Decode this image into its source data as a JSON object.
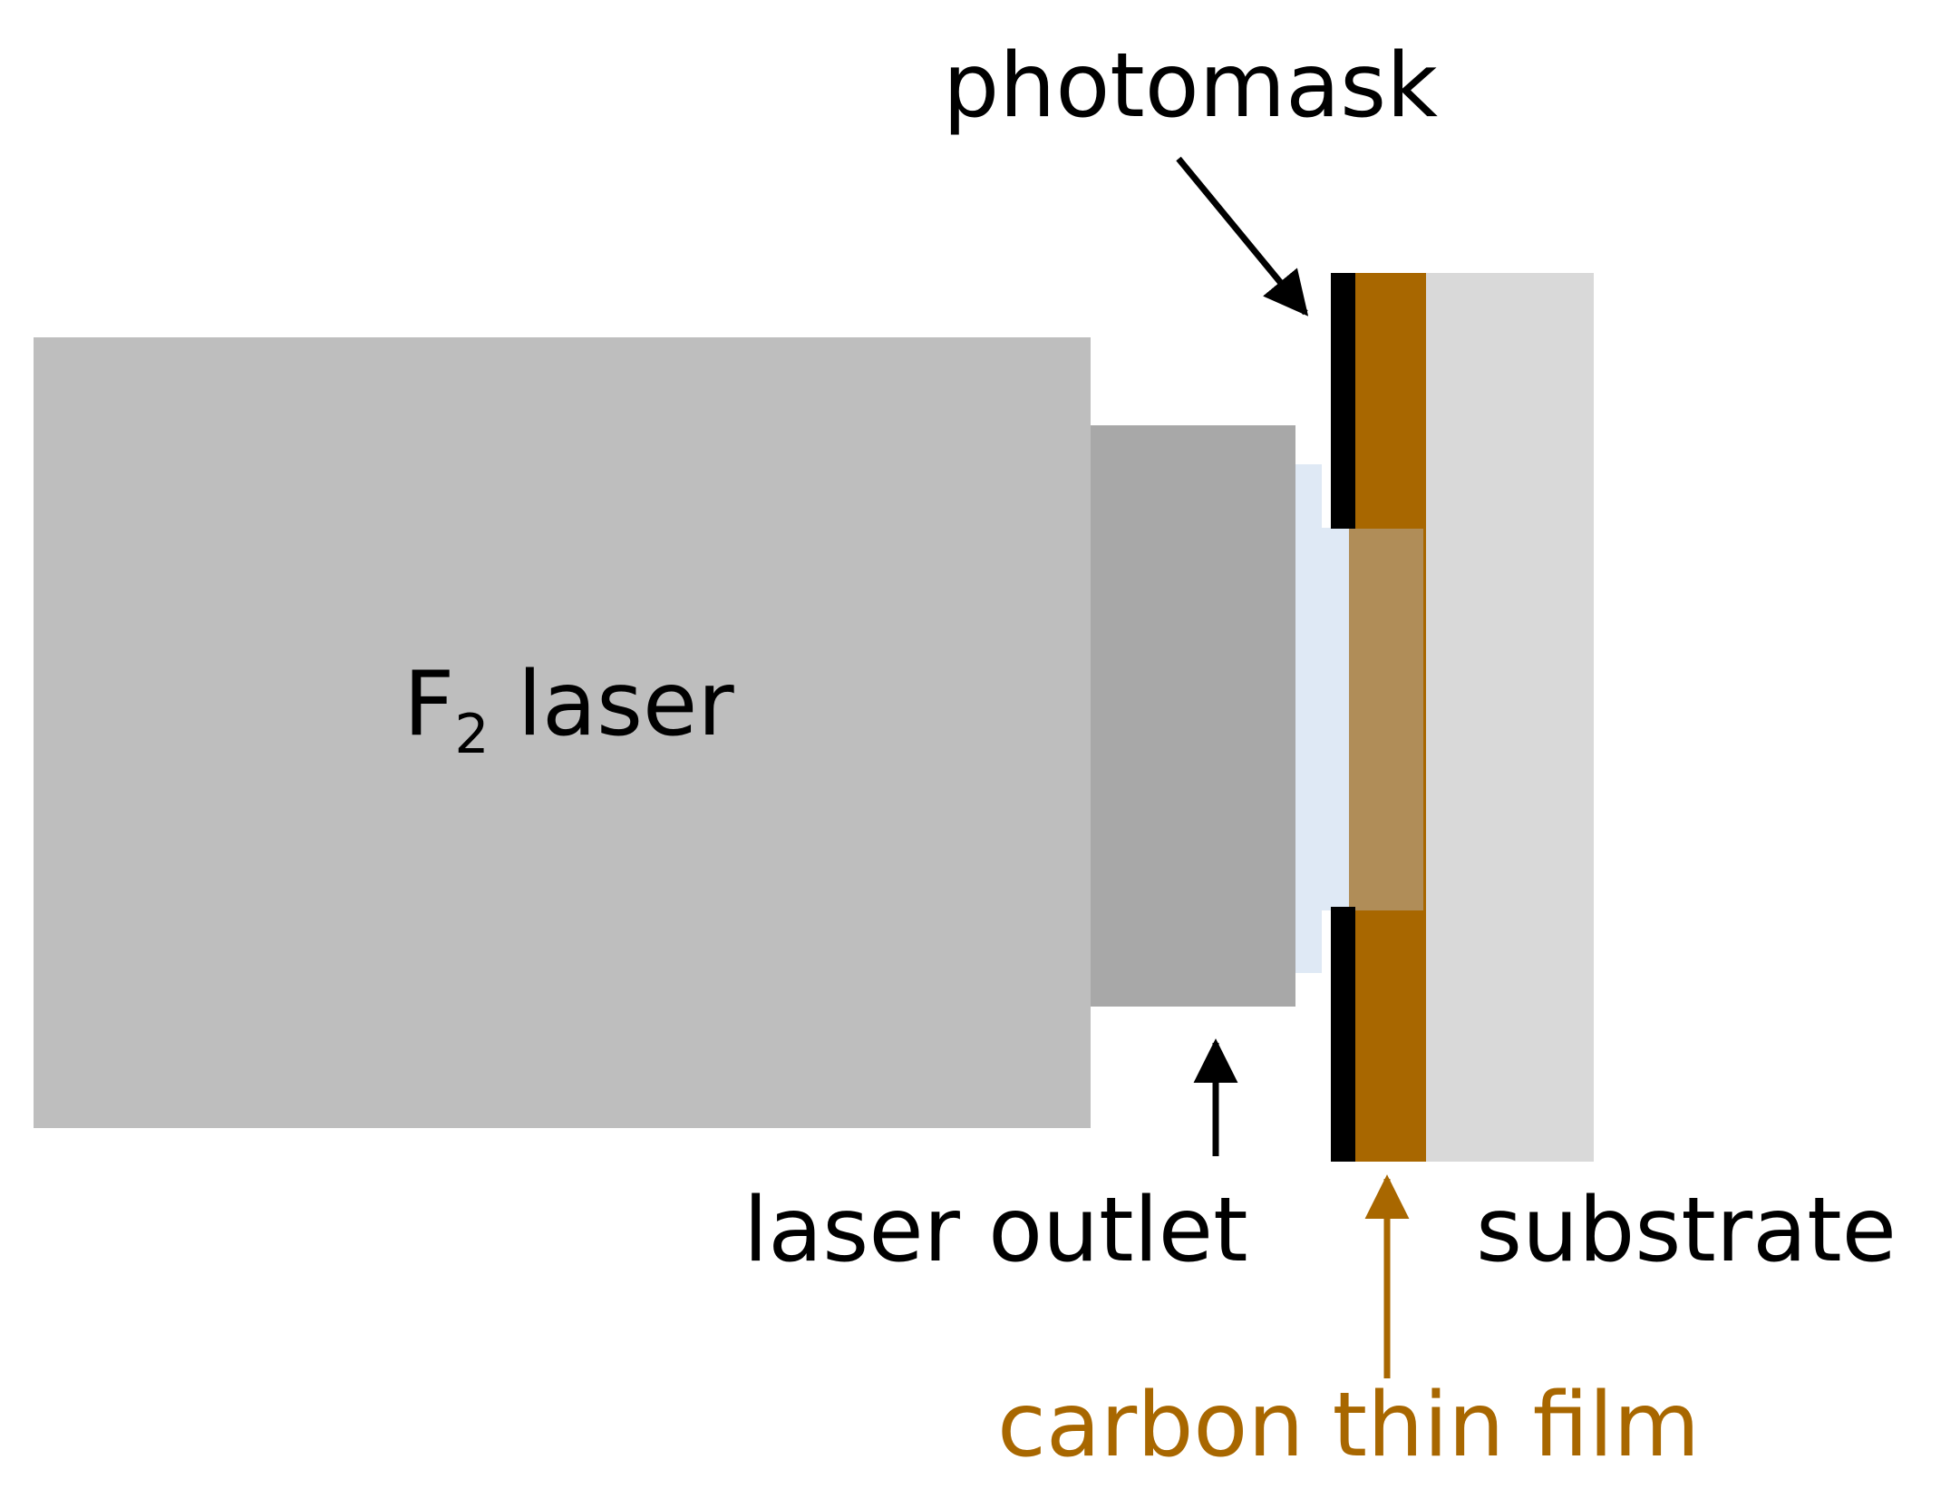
{
  "labels": {
    "laser_main": "F",
    "laser_subscript": "2",
    "laser_suffix": " laser",
    "photomask": "photomask",
    "laser_outlet": "laser outlet",
    "substrate": "substrate",
    "carbon_film": "carbon thin film"
  },
  "colors": {
    "laser_body": "#bebebe",
    "laser_nozzle": "#a8a8a8",
    "beam": "#dfe9f5",
    "photomask": "#000000",
    "carbon_film": "#a86700",
    "exposed_film": "#b08d58",
    "substrate": "#d9d9d9",
    "text": "#000000",
    "carbon_label": "#a86700"
  }
}
